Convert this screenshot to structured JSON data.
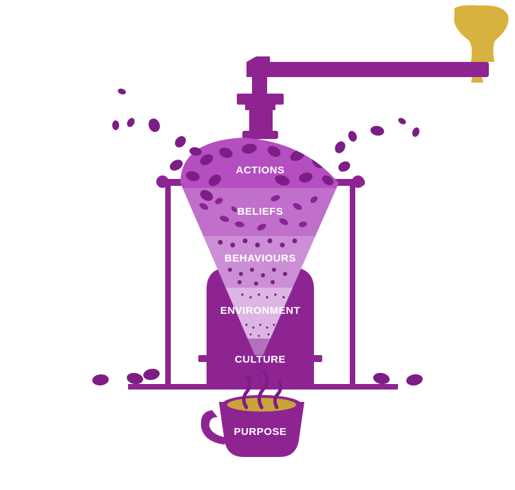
{
  "diagram": {
    "layers": [
      {
        "id": "actions",
        "label": "ACTIONS",
        "color": "#b54ec0"
      },
      {
        "id": "beliefs",
        "label": "BELIEFS",
        "color": "#c06fcb"
      },
      {
        "id": "behaviours",
        "label": "BEHAVIOURS",
        "color": "#cc8fd6"
      },
      {
        "id": "environment",
        "label": "ENVIRONMENT",
        "color": "#dcb6e3"
      },
      {
        "id": "culture",
        "label": "CULTURE",
        "color": "#8a2296"
      }
    ],
    "cup": {
      "label": "PURPOSE",
      "coffee_color": "#c9a43a"
    }
  },
  "colors": {
    "grinder": "#8e2492",
    "bean": "#7d1d86",
    "handle_knob": "#d8b23e",
    "steam": "#7d1d86"
  }
}
